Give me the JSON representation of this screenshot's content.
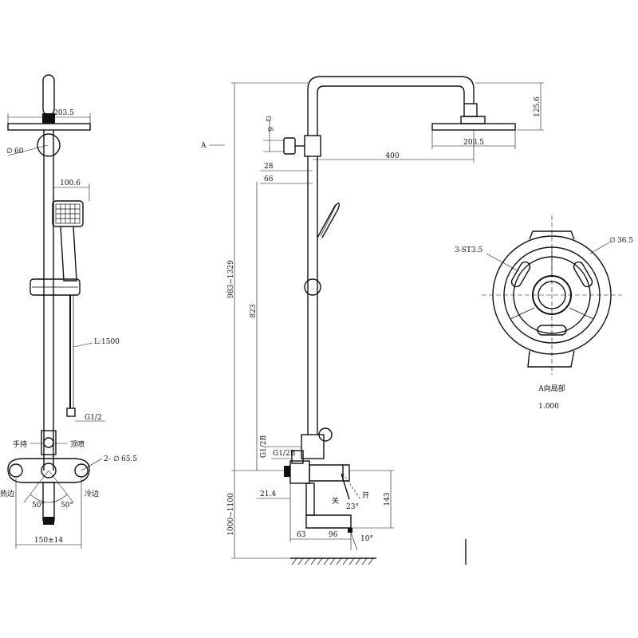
{
  "colors": {
    "line": "#111111",
    "background": "#ffffff"
  },
  "left_view": {
    "dim_head_width": "203.5",
    "dim_dia_60": "60",
    "dim_bracket": "100.6",
    "hose_length": "L:1500",
    "hose_thread": "G1/2",
    "label_handheld": "手持",
    "label_top_spray": "顶喷",
    "dim_holes": "2-",
    "dim_holes_dia": "65.5",
    "label_hot": "热边",
    "label_cold": "冷边",
    "angle_left": "50°",
    "angle_right": "50°",
    "dim_spacing": "150±14"
  },
  "center_view": {
    "marker_a": "A",
    "dim_9": "9",
    "dim_28": "28",
    "dim_66": "66",
    "dim_400": "400",
    "dim_head": "203.5",
    "dim_drop": "125.6",
    "dim_height_range": "983~1329",
    "dim_823": "823",
    "dim_base_range": "1000~1100",
    "thread_1": "G1/2B",
    "thread_2": "G1/2B",
    "dim_21_4": "21.4",
    "dim_63": "63",
    "dim_96": "96",
    "dim_143": "143",
    "angle_23": "23°",
    "angle_10": "10°",
    "label_close": "关",
    "label_open": "开"
  },
  "detail_view": {
    "label_screws": "3-ST3.5",
    "dim_dia": "36.5",
    "caption": "A向局部",
    "scale": "1.000"
  }
}
